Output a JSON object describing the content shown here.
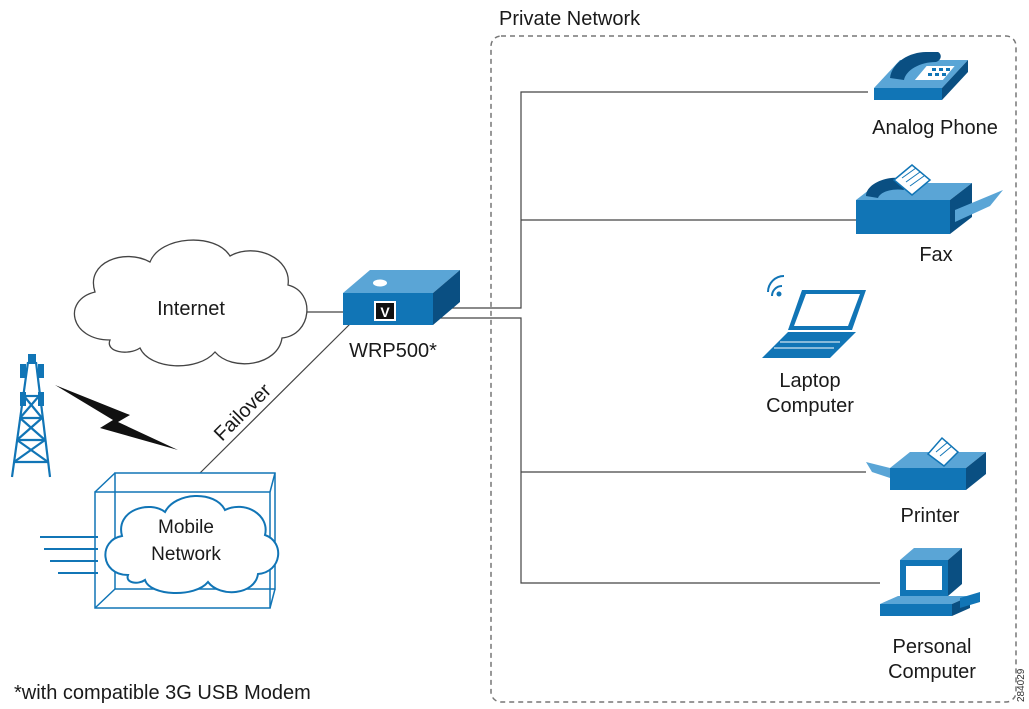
{
  "private_network": {
    "label": "Private Network"
  },
  "router": {
    "label": "WRP500*",
    "badge": "V"
  },
  "internet": {
    "label": "Internet"
  },
  "mobile_network": {
    "line1": "Mobile",
    "line2": "Network"
  },
  "failover": {
    "label": "Failover"
  },
  "devices": {
    "analog_phone": {
      "label": "Analog Phone"
    },
    "fax": {
      "label": "Fax"
    },
    "laptop": {
      "line1": "Laptop",
      "line2": "Computer"
    },
    "printer": {
      "label": "Printer"
    },
    "pc": {
      "line1": "Personal",
      "line2": "Computer"
    }
  },
  "footnote": "*with compatible 3G USB Modem",
  "figure_id": "284029",
  "colors": {
    "icon_blue": "#1175b6",
    "icon_dark": "#0a4f82",
    "line": "#444444",
    "border": "#777777"
  }
}
